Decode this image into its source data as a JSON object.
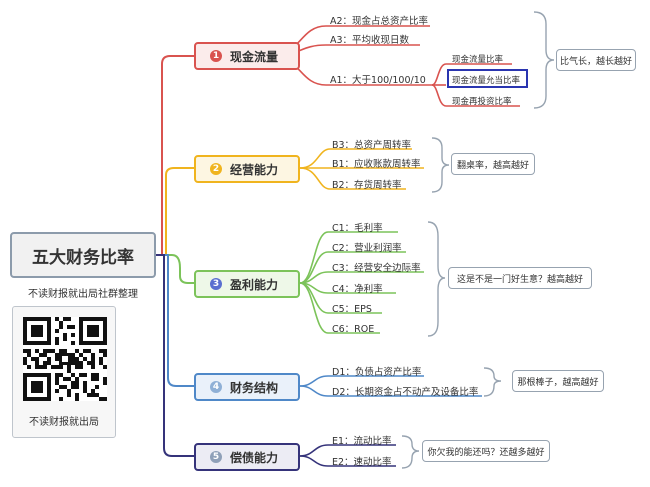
{
  "root": {
    "title": "五大财务比率"
  },
  "caption": "不读财报就出局社群整理",
  "qr": {
    "label": "不读财报就出局"
  },
  "colors": {
    "red": "#d9534f",
    "yellow": "#f0b41e",
    "green": "#7cc35a",
    "blue": "#4f88c8",
    "navy": "#35337a"
  },
  "branches": [
    {
      "num": "1",
      "label": "现金流量",
      "leaves": [
        "A2：现金占总资产比率",
        "A3：平均收现日数",
        "A1：大于100/100/10"
      ],
      "subs": [
        "现金流量比率",
        "现金流量允当比率",
        "现金再投资比率"
      ],
      "note": "比气长，越长越好"
    },
    {
      "num": "2",
      "label": "经营能力",
      "leaves": [
        "B3：总资产周转率",
        "B1：应收账款周转率",
        "B2：存货周转率"
      ],
      "note": "翻桌率，越高越好"
    },
    {
      "num": "3",
      "label": "盈利能力",
      "leaves": [
        "C1：毛利率",
        "C2：营业利润率",
        "C3：经营安全边际率",
        "C4：净利率",
        "C5：EPS",
        "C6：ROE"
      ],
      "note": "这是不是一门好生意？越高越好"
    },
    {
      "num": "4",
      "label": "财务结构",
      "leaves": [
        "D1：负债占资产比率",
        "D2：长期资金占不动产及设备比率"
      ],
      "note": "那根棒子，越高越好"
    },
    {
      "num": "5",
      "label": "偿债能力",
      "leaves": [
        "E1：流动比率",
        "E2：速动比率"
      ],
      "note": "你欠我的能还吗？还越多越好"
    }
  ]
}
